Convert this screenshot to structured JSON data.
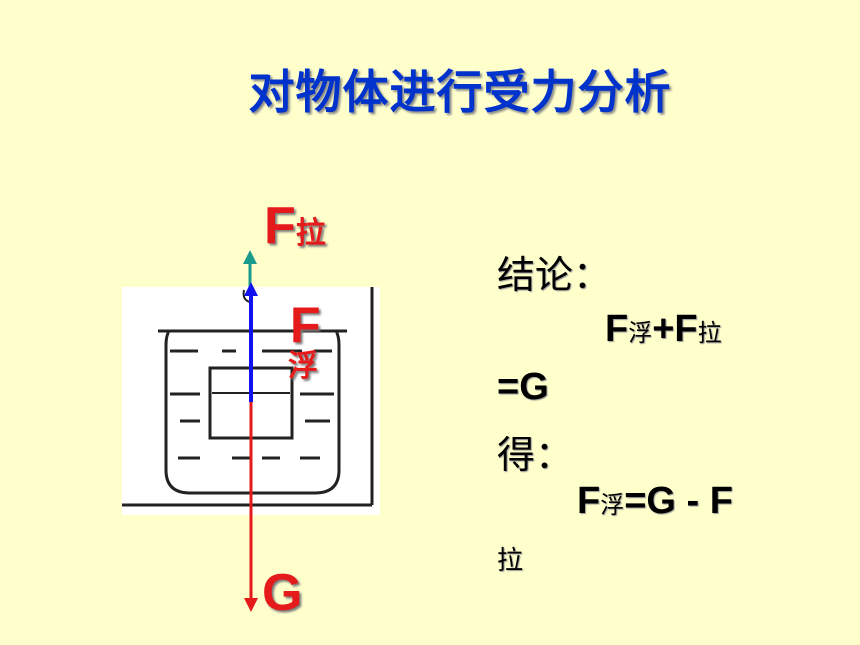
{
  "slide": {
    "title": "对物体进行受力分析"
  },
  "forces": {
    "tension": {
      "symbol": "F",
      "subscript": "拉"
    },
    "buoyancy": {
      "symbol": "F",
      "subscript": "浮"
    },
    "gravity": {
      "symbol": "G"
    }
  },
  "conclusion": {
    "heading": "结论：",
    "eq1_f1": "F",
    "eq1_s1": "浮",
    "eq1_plus": "+F",
    "eq1_s2": "拉",
    "eq1_tail": "=G",
    "derive": "得：",
    "eq2_f": "F",
    "eq2_s": "浮",
    "eq2_rest": "=G - F",
    "eq2_tail": "拉"
  },
  "colors": {
    "background": "#FFFFCC",
    "title": "#0033CC",
    "tension_arrow": "#1A9C8C",
    "buoyancy_arrow": "#1111EE",
    "gravity_arrow": "#E51A1A",
    "labels": "#E51A1A"
  }
}
